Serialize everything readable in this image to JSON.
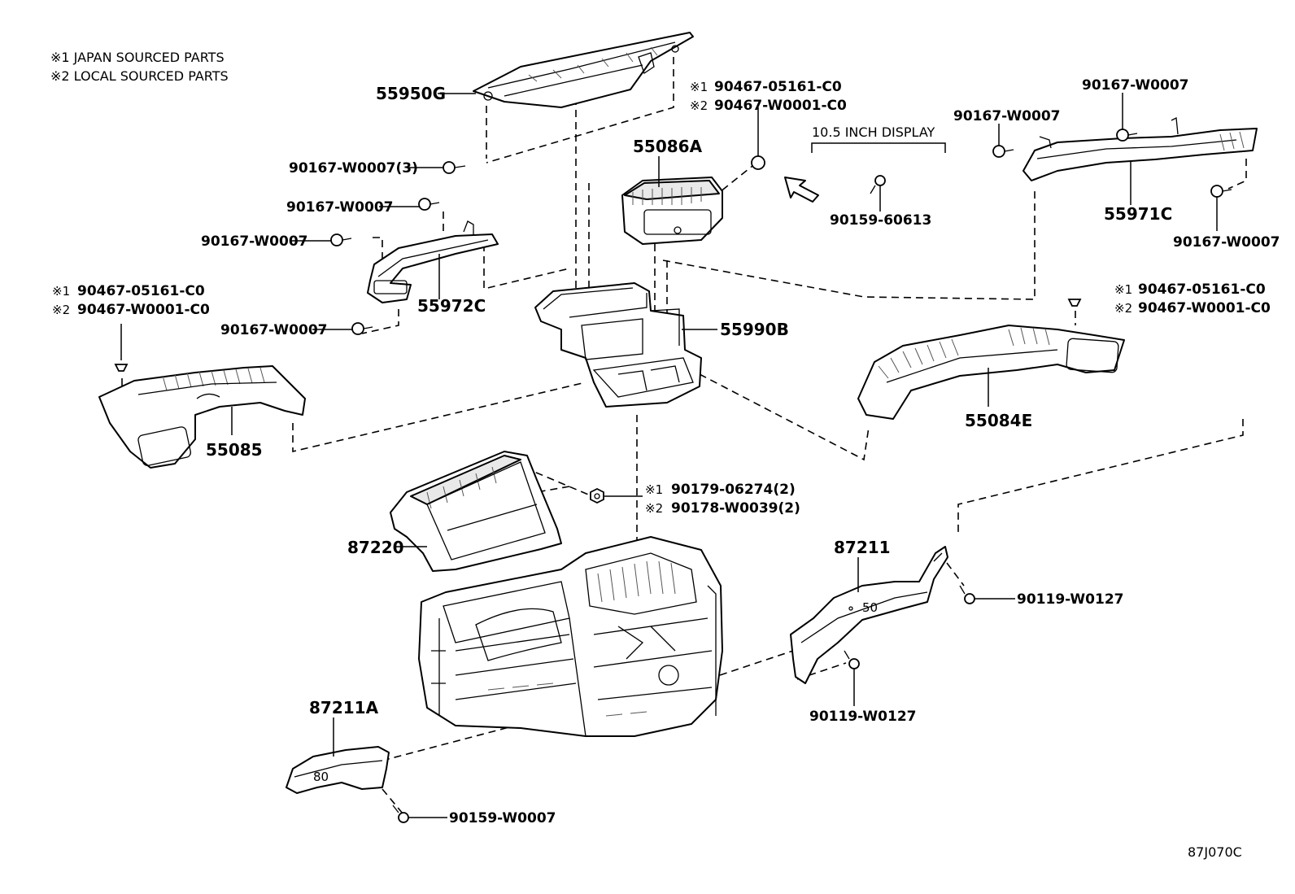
{
  "legend": {
    "line1": "※1 JAPAN SOURCED PARTS",
    "line2": "※2 LOCAL SOURCED PARTS"
  },
  "display_bracket_label": "10.5 INCH DISPLAY",
  "footer_code": "87J070C",
  "parts": {
    "p55950G": "55950G",
    "p55086A": "55086A",
    "p55971C": "55971C",
    "p55972C": "55972C",
    "p55990B": "55990B",
    "p55085": "55085",
    "p55084E": "55084E",
    "p87220": "87220",
    "p87211": "87211",
    "p87211A": "87211A"
  },
  "fasteners": {
    "f_top_left_3": "90167-W0007(3)",
    "f_mid_1": "90167-W0007",
    "f_mid_2": "90167-W0007",
    "f_mid_3": "90167-W0007",
    "f_right_1": "90167-W0007",
    "f_right_2": "90167-W0007",
    "f_right_3": "90167-W0007",
    "f_display": "90159-60613",
    "f_87211_a": "90119-W0127",
    "f_87211_b": "90119-W0127",
    "f_87211A": "90159-W0007"
  },
  "dual_callouts": {
    "top_center": {
      "m1": "※1",
      "v1": "90467-05161-C0",
      "m2": "※2",
      "v2": "90467-W0001-C0"
    },
    "left": {
      "m1": "※1",
      "v1": "90467-05161-C0",
      "m2": "※2",
      "v2": "90467-W0001-C0"
    },
    "right": {
      "m1": "※1",
      "v1": "90467-05161-C0",
      "m2": "※2",
      "v2": "90467-W0001-C0"
    },
    "nut": {
      "m1": "※1",
      "v1": "90179-06274(2)",
      "m2": "※2",
      "v2": "90178-W0039(2)"
    }
  },
  "icons": {
    "arrow": "direction-arrow-icon",
    "bolt": "bolt-icon",
    "clip": "clip-icon",
    "nut": "nut-icon"
  }
}
